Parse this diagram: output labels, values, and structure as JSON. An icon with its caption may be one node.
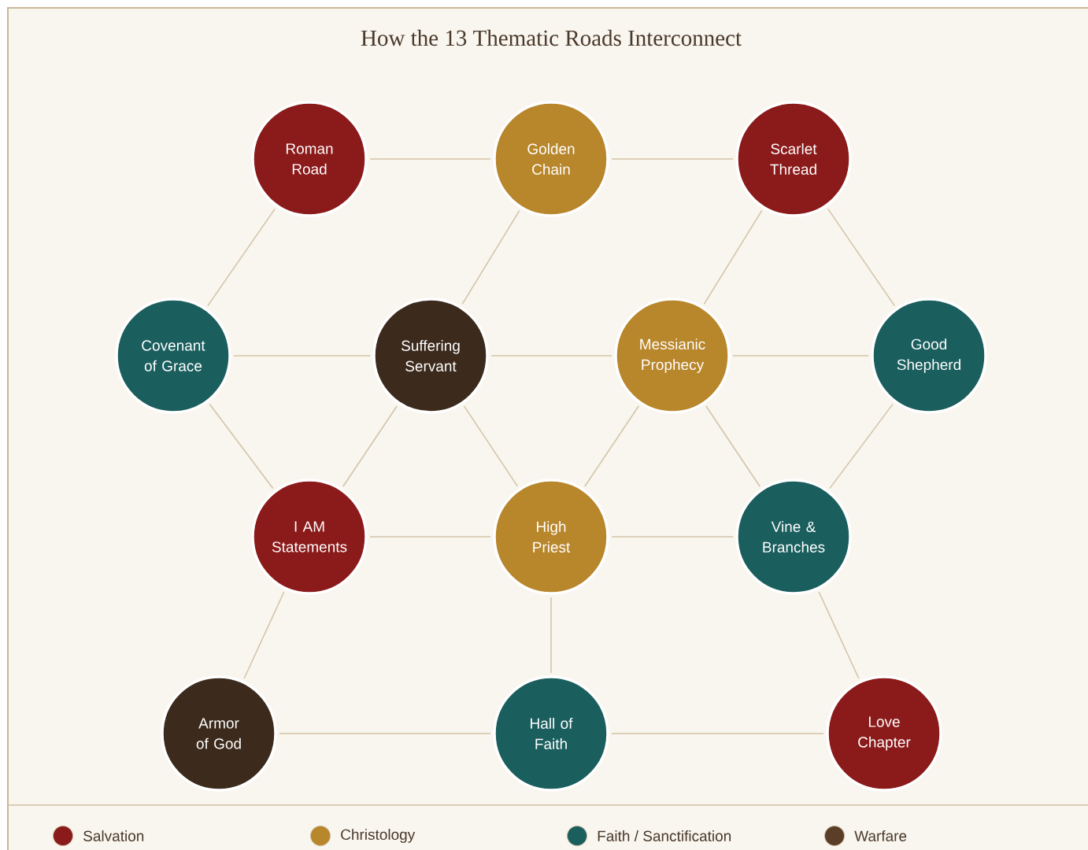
{
  "diagram": {
    "title": "How the 13 Thematic Roads Interconnect",
    "nodes": [
      {
        "text": [
          "Roman Road"
        ]
      },
      {
        "text": [
          "Golden Chain"
        ]
      },
      {
        "text": [
          "Scarlet Thread"
        ]
      },
      {
        "text": [
          "Covenant of Grace"
        ]
      },
      {
        "text": [
          "Suffering Servant"
        ]
      },
      {
        "text": [
          "Messianic Prophecy"
        ]
      },
      {
        "text": [
          "Good Shepherd"
        ]
      },
      {
        "text": [
          "I AM Statements"
        ]
      },
      {
        "text": [
          "High Priest"
        ]
      },
      {
        "text": [
          "Vine & Branches"
        ]
      },
      {
        "text": [
          "Armor of God"
        ]
      },
      {
        "text": [
          "Hall of Faith"
        ]
      },
      {
        "text": [
          "Love Chapter"
        ]
      }
    ],
    "edges": [
      {
        "from": 0,
        "to": 1,
        "arrow": "none"
      },
      {
        "from": 1,
        "to": 2,
        "arrow": "none"
      },
      {
        "from": 0,
        "to": 3,
        "arrow": "none"
      },
      {
        "from": 1,
        "to": 4,
        "arrow": "none"
      },
      {
        "from": 2,
        "to": 5,
        "arrow": "none"
      },
      {
        "from": 2,
        "to": 6,
        "arrow": "none"
      },
      {
        "from": 3,
        "to": 4,
        "arrow": "none"
      },
      {
        "from": 4,
        "to": 5,
        "arrow": "none"
      },
      {
        "from": 5,
        "to": 6,
        "arrow": "none"
      },
      {
        "from": 3,
        "to": 7,
        "arrow": "none"
      },
      {
        "from": 4,
        "to": 7,
        "arrow": "none"
      },
      {
        "from": 4,
        "to": 8,
        "arrow": "none"
      },
      {
        "from": 5,
        "to": 8,
        "arrow": "none"
      },
      {
        "from": 5,
        "to": 9,
        "arrow": "none"
      },
      {
        "from": 6,
        "to": 9,
        "arrow": "none"
      },
      {
        "from": 7,
        "to": 8,
        "arrow": "none"
      },
      {
        "from": 8,
        "to": 9,
        "arrow": "none"
      },
      {
        "from": 7,
        "to": 10,
        "arrow": "none"
      },
      {
        "from": 8,
        "to": 11,
        "arrow": "none"
      },
      {
        "from": 9,
        "to": 12,
        "arrow": "none"
      },
      {
        "from": 10,
        "to": 11,
        "arrow": "none"
      },
      {
        "from": 11,
        "to": 12,
        "arrow": "none"
      }
    ],
    "legend": [
      {
        "text": "Salvation",
        "color": "#8b1a1a"
      },
      {
        "text": "Christology",
        "color": "#b8862b"
      },
      {
        "text": "Faith / Sanctification",
        "color": "#1b5e5e"
      },
      {
        "text": "Warfare",
        "color": "#5a3e28"
      }
    ]
  }
}
